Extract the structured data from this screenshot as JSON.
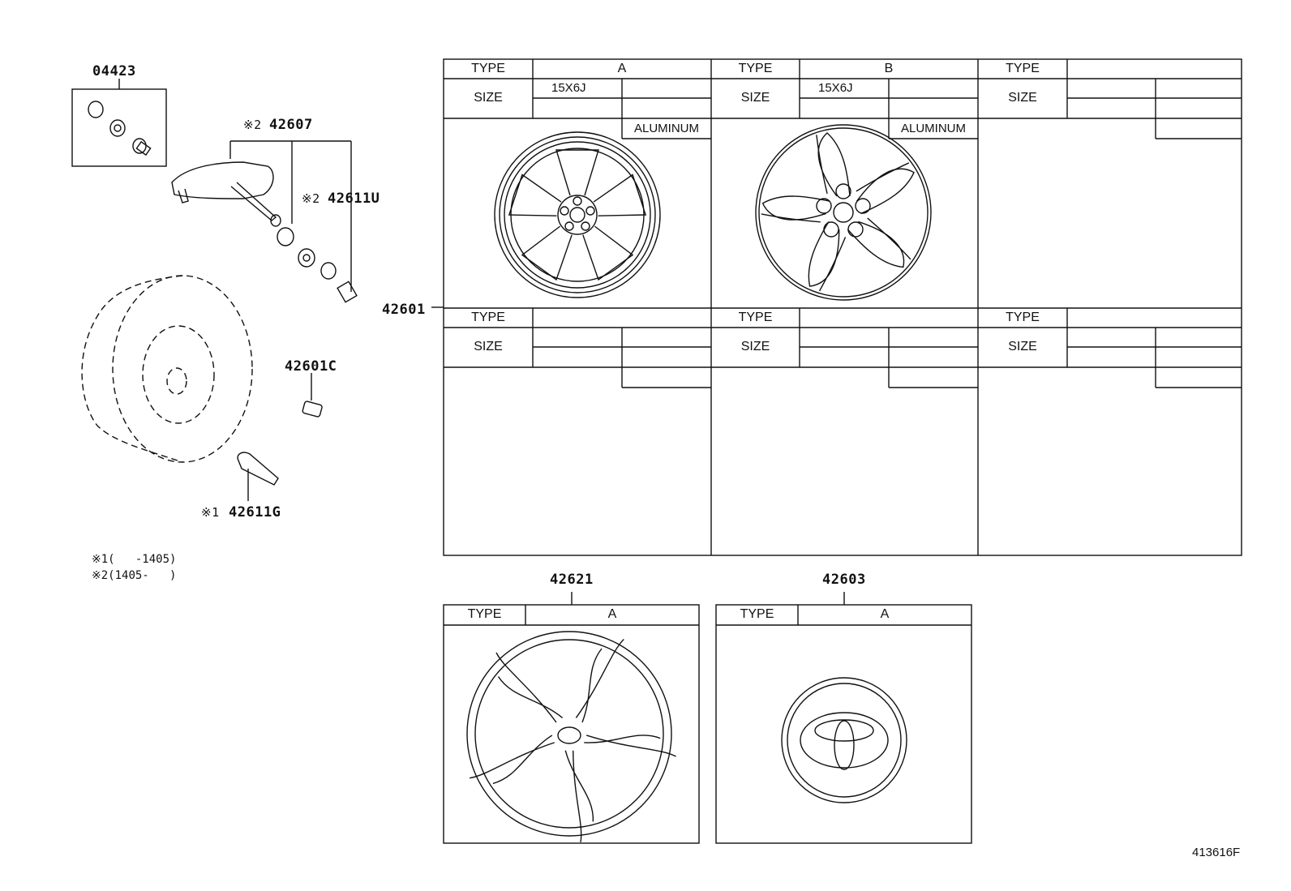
{
  "parts": {
    "p04423": "04423",
    "p42607": "42607",
    "p42611u": "42611U",
    "p42601": "42601",
    "p42601c": "42601C",
    "p42611g": "42611G",
    "p42621": "42621",
    "p42603": "42603",
    "mark1": "※1",
    "mark2": "※2"
  },
  "notes": {
    "note1": "※1(   -1405)",
    "note2": "※2(1405-   )"
  },
  "wheel_table": {
    "type_label": "TYPE",
    "size_label": "SIZE",
    "col_a": {
      "type": "A",
      "size": "15X6J",
      "material": "ALUMINUM"
    },
    "col_b": {
      "type": "B",
      "size": "15X6J",
      "material": "ALUMINUM"
    }
  },
  "ornament_table": {
    "type_label": "TYPE",
    "type_value": "A"
  },
  "emblem_table": {
    "type_label": "TYPE",
    "type_value": "A"
  },
  "diagram_id": "413616F"
}
